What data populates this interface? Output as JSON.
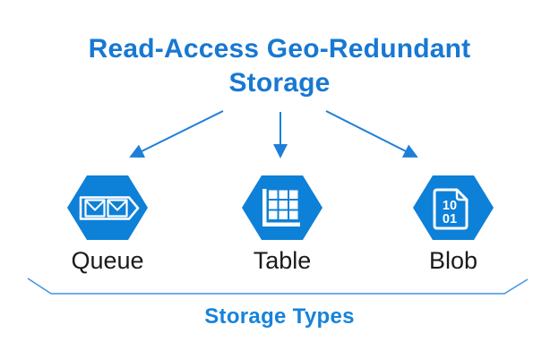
{
  "title": "Read-Access Geo-Redundant Storage",
  "caption": "Storage Types",
  "colors": {
    "title_blue": "#1878d2",
    "caption_blue": "#1583dc",
    "hexagon_blue": "#0d80d8",
    "arrow_blue": "#1e7fd8",
    "bracket_blue": "#4093e6",
    "label_black": "#1a1a1a",
    "background": "#ffffff"
  },
  "nodes": [
    {
      "label": "Queue",
      "icon": "queue-icon"
    },
    {
      "label": "Table",
      "icon": "table-icon"
    },
    {
      "label": "Blob",
      "icon": "blob-icon",
      "icon_lines": [
        "10",
        "01"
      ]
    }
  ]
}
